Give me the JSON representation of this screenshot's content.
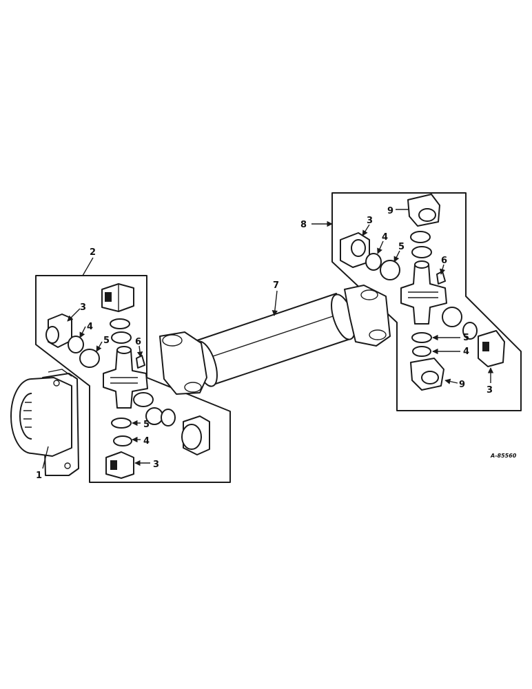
{
  "labels": {
    "companion_flange": "1",
    "universal_joint_left": "2",
    "bearing_cap": "3",
    "seal": "4",
    "retainer": "5",
    "lube_fitting": "6",
    "tube_assembly": "7",
    "universal_joint_right": "8",
    "yoke_strap": "9"
  },
  "drawing_code": "A-85560"
}
